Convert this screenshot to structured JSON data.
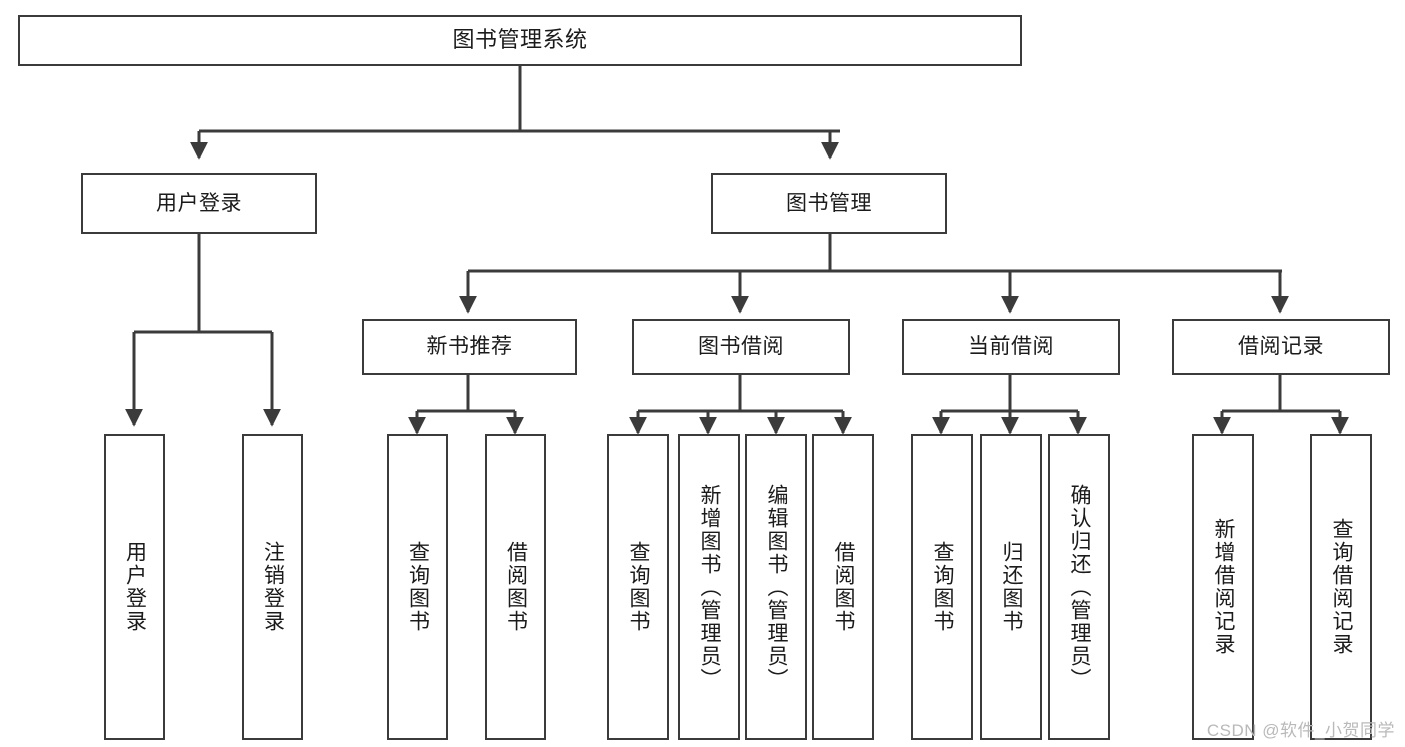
{
  "diagram": {
    "type": "tree-hierarchy",
    "title": "图书管理系统",
    "root": {
      "id": "root",
      "label": "图书管理系统",
      "level": 1
    },
    "level2": [
      {
        "id": "user-login",
        "label": "用户登录",
        "level": 2
      },
      {
        "id": "book-management",
        "label": "图书管理",
        "level": 2
      }
    ],
    "level3": [
      {
        "id": "new-book-recommend",
        "label": "新书推荐",
        "level": 3,
        "parent": "book-management"
      },
      {
        "id": "book-borrow",
        "label": "图书借阅",
        "level": 3,
        "parent": "book-management"
      },
      {
        "id": "current-borrow",
        "label": "当前借阅",
        "level": 3,
        "parent": "book-management"
      },
      {
        "id": "borrow-record",
        "label": "借阅记录",
        "level": 3,
        "parent": "book-management"
      }
    ],
    "leaves": [
      {
        "id": "leaf-user-login",
        "label": "用户登录",
        "parent": "user-login"
      },
      {
        "id": "leaf-user-logout",
        "label": "注销登录",
        "parent": "user-login"
      },
      {
        "id": "leaf-query-book-1",
        "label": "查询图书",
        "parent": "new-book-recommend"
      },
      {
        "id": "leaf-borrow-book-1",
        "label": "借阅图书",
        "parent": "new-book-recommend"
      },
      {
        "id": "leaf-query-book-2",
        "label": "查询图书",
        "parent": "book-borrow"
      },
      {
        "id": "leaf-add-book",
        "label": "新增图书（管理员）",
        "parent": "book-borrow"
      },
      {
        "id": "leaf-edit-book",
        "label": "编辑图书（管理员）",
        "parent": "book-borrow"
      },
      {
        "id": "leaf-borrow-book-2",
        "label": "借阅图书",
        "parent": "book-borrow"
      },
      {
        "id": "leaf-query-book-3",
        "label": "查询图书",
        "parent": "current-borrow"
      },
      {
        "id": "leaf-return-book",
        "label": "归还图书",
        "parent": "current-borrow"
      },
      {
        "id": "leaf-confirm-return",
        "label": "确认归还（管理员）",
        "parent": "current-borrow"
      },
      {
        "id": "leaf-add-record",
        "label": "新增借阅记录",
        "parent": "borrow-record"
      },
      {
        "id": "leaf-query-record",
        "label": "查询借阅记录",
        "parent": "borrow-record"
      }
    ]
  },
  "watermark": {
    "text": "CSDN @软件_小贺同学"
  },
  "colors": {
    "stroke": "#3b3b3b",
    "background": "#ffffff",
    "text": "#1b1b1b",
    "watermark": "#b9b9b9"
  }
}
